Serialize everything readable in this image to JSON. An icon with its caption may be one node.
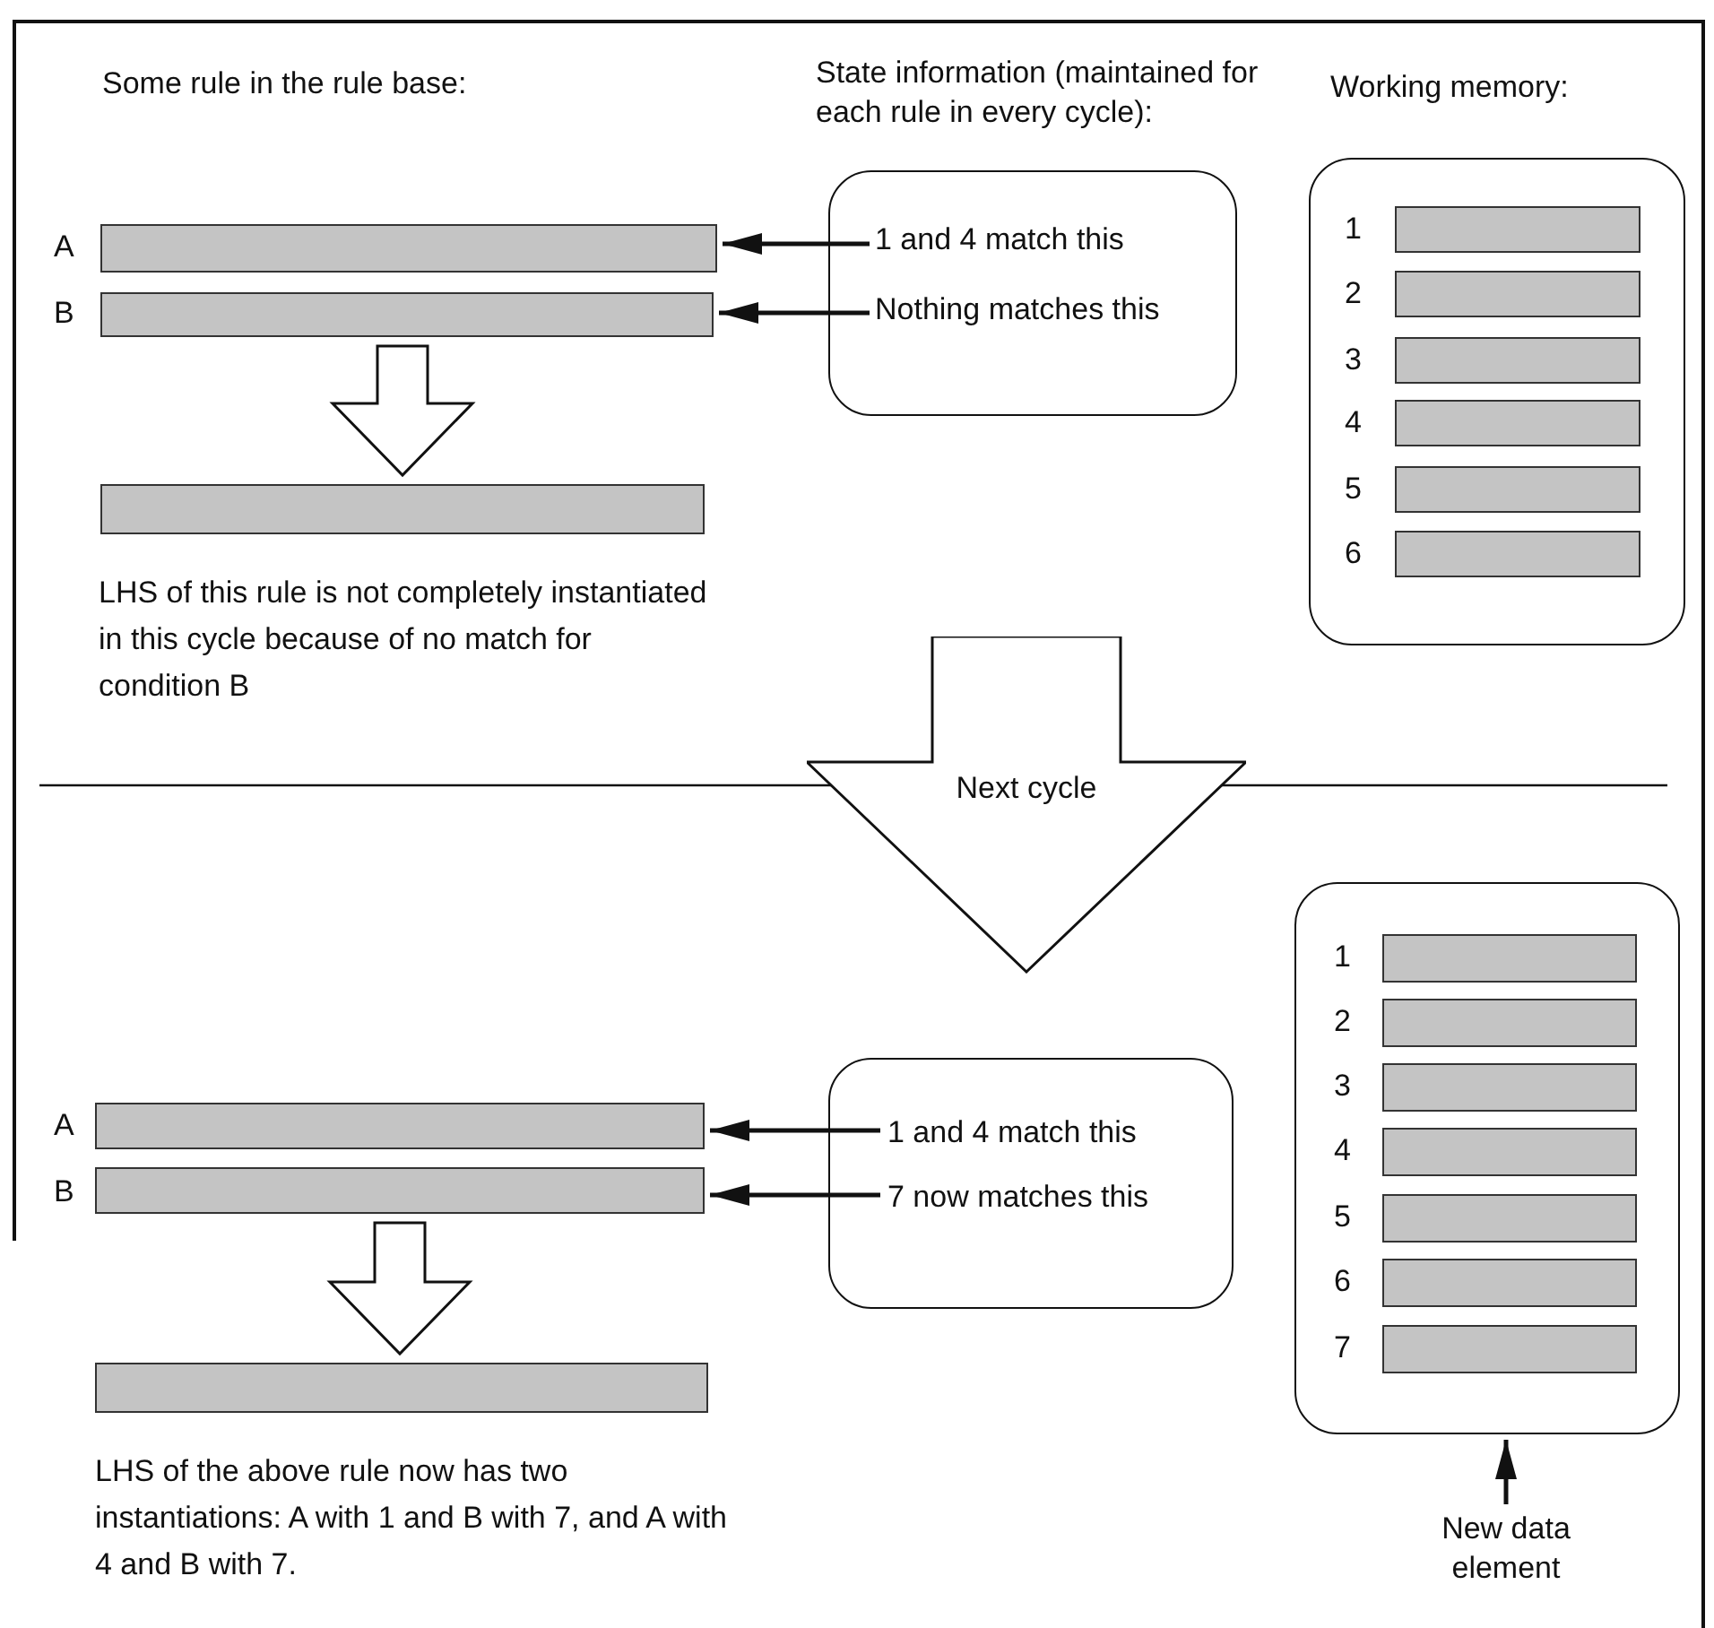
{
  "diagram": {
    "nodes": [
      {
        "text": [],
        "shape": "bar",
        "beside": [
          "A"
        ]
      },
      {
        "text": [],
        "shape": "bar",
        "beside": [
          "B"
        ]
      },
      {
        "text": [],
        "shape": "bar",
        "beside": [
          "LHS of this rule is not completely instantiated in this cycle because of no match for condition B"
        ]
      },
      {
        "text": [
          "State information (maintained for each rule in every cycle):"
        ]
      },
      {
        "text": [
          "1 and 4 match this"
        ],
        "in": 3
      },
      {
        "text": [
          "Nothing matches this"
        ],
        "in": 3
      },
      {
        "text": [
          "Working memory:"
        ]
      },
      {
        "text": [],
        "shape": "bar",
        "in": 6,
        "beside": [
          "1"
        ]
      },
      {
        "text": [],
        "shape": "bar",
        "in": 6,
        "beside": [
          "2"
        ]
      },
      {
        "text": [],
        "shape": "bar",
        "in": 6,
        "beside": [
          "3"
        ]
      },
      {
        "text": [],
        "shape": "bar",
        "in": 6,
        "beside": [
          "4"
        ]
      },
      {
        "text": [],
        "shape": "bar",
        "in": 6,
        "beside": [
          "5"
        ]
      },
      {
        "text": [],
        "shape": "bar",
        "in": 6,
        "beside": [
          "6"
        ]
      },
      {
        "text": [
          "Next cycle"
        ]
      },
      {
        "text": [],
        "shape": "bar",
        "beside": [
          "A"
        ]
      },
      {
        "text": [],
        "shape": "bar",
        "beside": [
          "B"
        ]
      },
      {
        "text": [],
        "shape": "bar",
        "beside": [
          "LHS of the above rule now has two instantiations: A with 1 and B with 7, and A with 4 and B with 7."
        ]
      },
      {
        "text": [],
        "shape": "box"
      },
      {
        "text": [
          "1 and 4 match this"
        ],
        "in": 17
      },
      {
        "text": [
          "7 now matches this"
        ],
        "in": 17
      },
      {
        "text": [],
        "shape": "box"
      },
      {
        "text": [],
        "shape": "bar",
        "in": 20,
        "beside": [
          "1"
        ]
      },
      {
        "text": [],
        "shape": "bar",
        "in": 20,
        "beside": [
          "2"
        ]
      },
      {
        "text": [],
        "shape": "bar",
        "in": 20,
        "beside": [
          "3"
        ]
      },
      {
        "text": [],
        "shape": "bar",
        "in": 20,
        "beside": [
          "4"
        ]
      },
      {
        "text": [],
        "shape": "bar",
        "in": 20,
        "beside": [
          "5"
        ]
      },
      {
        "text": [],
        "shape": "bar",
        "in": 20,
        "beside": [
          "6"
        ]
      },
      {
        "text": [],
        "shape": "bar",
        "in": 20,
        "beside": [
          "7"
        ]
      },
      {
        "text": [
          "New data element"
        ]
      }
    ],
    "edges": [
      {
        "from": 4,
        "to": 0,
        "arrow": "to"
      },
      {
        "from": 5,
        "to": 1,
        "arrow": "to"
      },
      {
        "from": 1,
        "to": 2,
        "arrow": "to",
        "style": "thick"
      },
      {
        "from": 18,
        "to": 14,
        "arrow": "to"
      },
      {
        "from": 19,
        "to": 15,
        "arrow": "to"
      },
      {
        "from": 15,
        "to": 16,
        "arrow": "to",
        "style": "thick"
      },
      {
        "from": 28,
        "to": 20,
        "arrow": "to"
      }
    ],
    "labels": [
      "Some rule in the rule base:"
    ]
  }
}
